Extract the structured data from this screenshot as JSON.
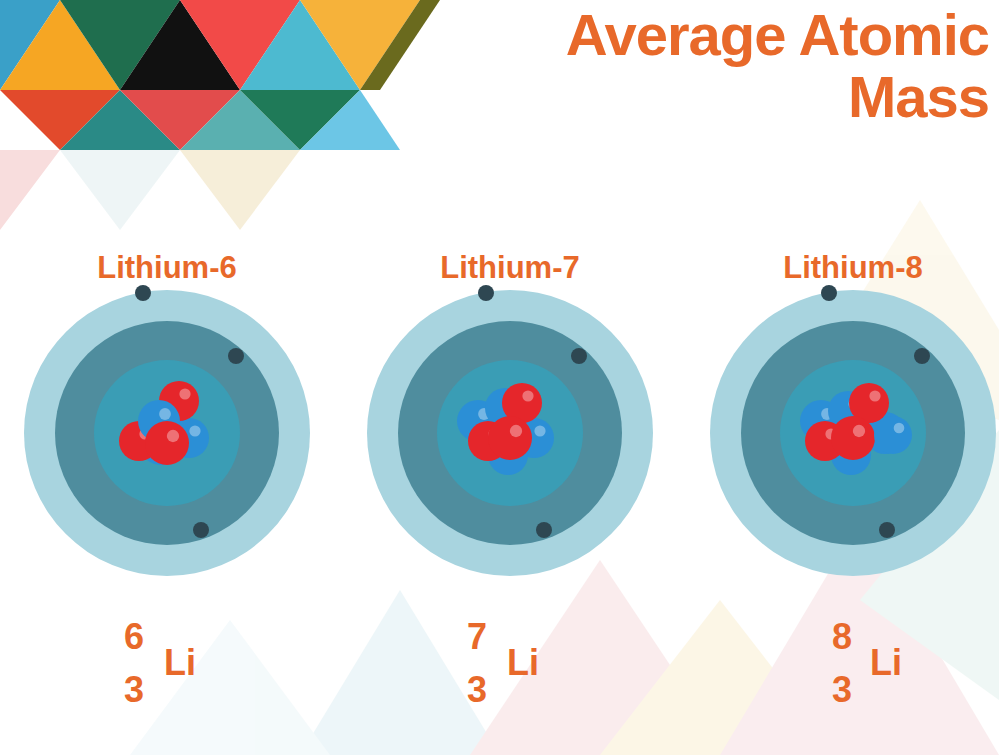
{
  "diagram": {
    "title": "Average Atomic Mass",
    "labels": [
      "Lithium-6",
      "Lithium-7",
      "Lithium-8",
      "6",
      "3",
      "Li",
      "7",
      "3",
      "Li",
      "8",
      "3",
      "Li"
    ]
  }
}
